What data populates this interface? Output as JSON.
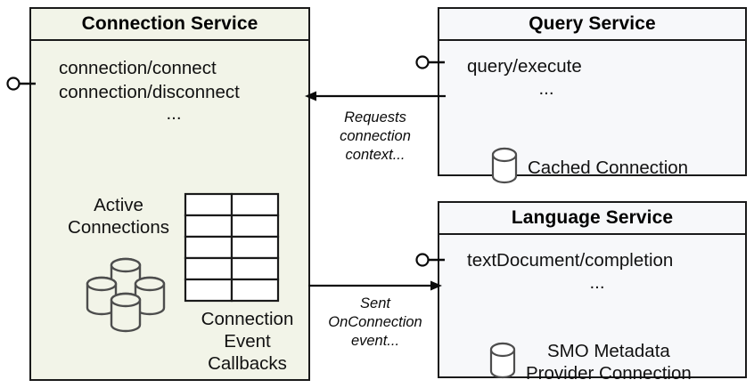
{
  "diagram": {
    "type": "uml-component-diagram",
    "background": "#ffffff",
    "colors": {
      "connection_service_fill": "#f2f4e8",
      "query_service_fill": "#f7f8fa",
      "language_service_fill": "#f7f8fa",
      "stroke": "#1a1a1a",
      "icon_stroke": "#4d4d4d"
    }
  },
  "components": {
    "connection_service": {
      "title": "Connection Service",
      "interfaces": [
        "connection/connect",
        "connection/disconnect"
      ],
      "ellipsis": "...",
      "active_connections": {
        "label_line1": "Active",
        "label_line2": "Connections",
        "icon": "database-stack-icon"
      },
      "connection_event_callbacks": {
        "label_line1": "Connection",
        "label_line2": "Event",
        "label_line3": "Callbacks",
        "icon": "table-grid-icon",
        "rows": 5,
        "columns": 2
      },
      "provided_interface_port": "lollipop-icon"
    },
    "query_service": {
      "title": "Query Service",
      "interfaces": [
        "query/execute"
      ],
      "ellipsis": "...",
      "artifact": {
        "icon": "database-cylinder-icon",
        "label": "Cached Connection"
      },
      "provided_interface_port": "lollipop-icon"
    },
    "language_service": {
      "title": "Language Service",
      "interfaces": [
        "textDocument/completion"
      ],
      "ellipsis": "...",
      "artifact": {
        "icon": "database-cylinder-icon",
        "label_line1": "SMO Metadata",
        "label_line2": "Provider Connection"
      },
      "provided_interface_port": "lollipop-icon"
    }
  },
  "edges": [
    {
      "id": "query-to-connection",
      "from": "query_service",
      "to": "connection_service",
      "direction": "left",
      "label_line1": "Requests",
      "label_line2": "connection",
      "label_line3": "context..."
    },
    {
      "id": "connection-to-language",
      "from": "connection_service",
      "to": "language_service",
      "direction": "right",
      "label_line1": "Sent",
      "label_line2": "OnConnection",
      "label_line3": "event..."
    }
  ]
}
